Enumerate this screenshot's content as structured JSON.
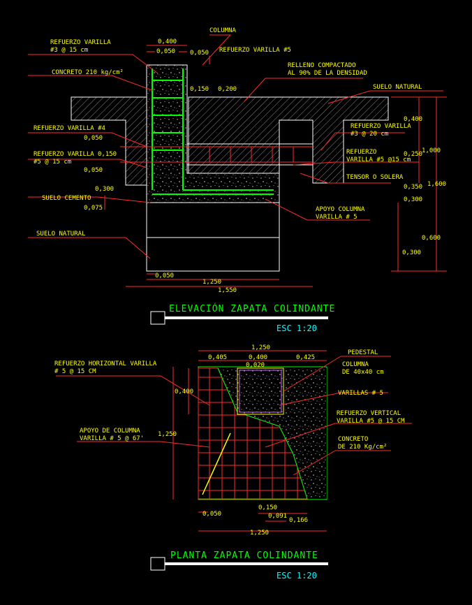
{
  "elevation": {
    "title": "ELEVACIÓN ZAPATA COLINDANTE",
    "scale": "ESC 1:20",
    "labels": {
      "columna": "COLUMNA",
      "refuerzo_v3_a": "REFUERZO VARILLA",
      "refuerzo_v3_b": "#3 @ 15 cm",
      "refuerzo_v5_top": "REFUERZO VARILLA #5",
      "concreto": "CONCRETO 210 kg/cm²",
      "relleno_a": "RELLENO COMPACTADO",
      "relleno_b": "AL 90% DE LA DENSIDAD",
      "suelo_natural_top": "SUELO NATURAL",
      "refuerzo_v4": "REFUERZO VARILLA #4",
      "refuerzo_v5_left_a": "REFUERZO VARILLA",
      "refuerzo_v5_left_b": "#5 @ 15 cm",
      "refuerzo_v3_20_a": "REFUERZO VARILLA",
      "refuerzo_v3_20_b": "#3 @ 20 cm",
      "refuerzo_v5_right_a": "REFUERZO",
      "refuerzo_v5_right_b": "VARILLA #5 @15 cm",
      "tensor": "TENSOR O SOLERA",
      "suelo_cemento": "SUELO CEMENTO",
      "apoyo_a": "APOYO COLUMNA",
      "apoyo_b": "VARILLA # 5",
      "suelo_natural_bottom": "SUELO NATURAL"
    },
    "dims": {
      "d0400": "0,400",
      "d0050a": "0,050",
      "d0050b": "0,050",
      "d0150a": "0,150",
      "d0200": "0,200",
      "d0050c": "0,050",
      "d0150b": "0,150",
      "d0050d": "0,050",
      "d0300a": "0,300",
      "d0075": "0,075",
      "d0400r": "0,400",
      "d0250": "0,250",
      "d0350": "0,350",
      "d0300r": "0,300",
      "d1000": "1,000",
      "d1600": "1,600",
      "d0600": "0,600",
      "d0300b": "0,300",
      "d0050e": "0,050",
      "d1250": "1,250",
      "d1550": "1,550"
    }
  },
  "plan": {
    "title": "PLANTA ZAPATA COLINDANTE",
    "scale": "ESC 1:20",
    "labels": {
      "refuerzo_h_a": "REFUERZO HORIZONTAL VARILLA",
      "refuerzo_h_b": "# 5 @ 15 CM",
      "pedestal": "PEDESTAL",
      "columna_a": "COLUMNA",
      "columna_b": "DE 40x40 cm",
      "varillas": "VARILLAS # 5",
      "apoyo_a": "APOYO DE COLUMNA",
      "apoyo_b": "VARILLA # 5 @ 67'",
      "refuerzo_v_a": "REFUERZO VERTICAL",
      "refuerzo_v_b": "VARILLA #5 @ 15 CM",
      "concreto_a": "CONCRETO",
      "concreto_b": "DE 210 Kg/cm²"
    },
    "dims": {
      "top1250": "1,250",
      "d0405": "0,405",
      "d0400": "0,400",
      "d0425": "0,425",
      "d0020": "0,020",
      "left0400": "0,400",
      "left1250": "1,250",
      "d0050": "0,050",
      "d0150": "0,150",
      "d0091": "0,091",
      "d0166": "0,166",
      "bottom1250": "1,250"
    }
  },
  "colors": {
    "label": "#ffff00",
    "title": "#00ff00",
    "scale": "#00ffff",
    "rebar": "#00ff00",
    "leader": "#ff2a2a",
    "outline": "#ffffff"
  }
}
